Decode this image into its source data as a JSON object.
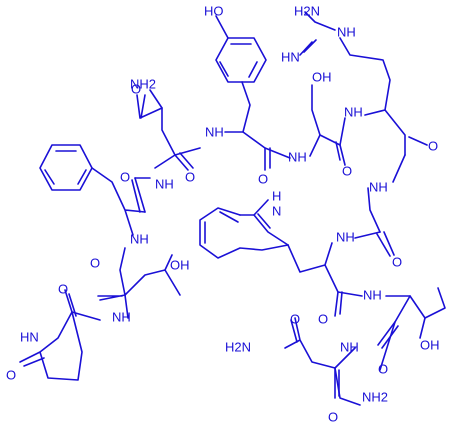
{
  "molecule": {
    "color": "#1a10d6",
    "labels": {
      "oh_top": "HO",
      "nh2_guanidine": "H2N",
      "nh_imine": "HN",
      "nh_guan": "NH",
      "oh_ser": "OH",
      "nh2_gln": "NH2",
      "o_gln": "O",
      "nh_tyr": "NH",
      "o_tyr": "O",
      "nh_ser": "NH",
      "o_ser": "O",
      "nh_arg": "NH",
      "o_arg": "O",
      "o_gln_bb": "O",
      "nh_gln_bb": "NH",
      "o_phe": "O",
      "nh_phe": "NH",
      "nh_gly": "NH",
      "nh_indole": "H",
      "n_indole": "N",
      "nh_trp": "NH",
      "o_gly": "O",
      "oh_thr1": "OH",
      "o_thr1": "O",
      "nh_thr1": "NH",
      "o_trp": "O",
      "nh_thr2": "NH",
      "o_pyr": "O",
      "hn_pyr": "HN",
      "o_lactam": "O",
      "oh_thr2": "OH",
      "o_thr2": "O",
      "h2n_asn": "H2N",
      "nh_asn": "NH",
      "o_asn_side": "O",
      "o_asn_c": "O",
      "nh2_asn_c": "NH2"
    }
  }
}
